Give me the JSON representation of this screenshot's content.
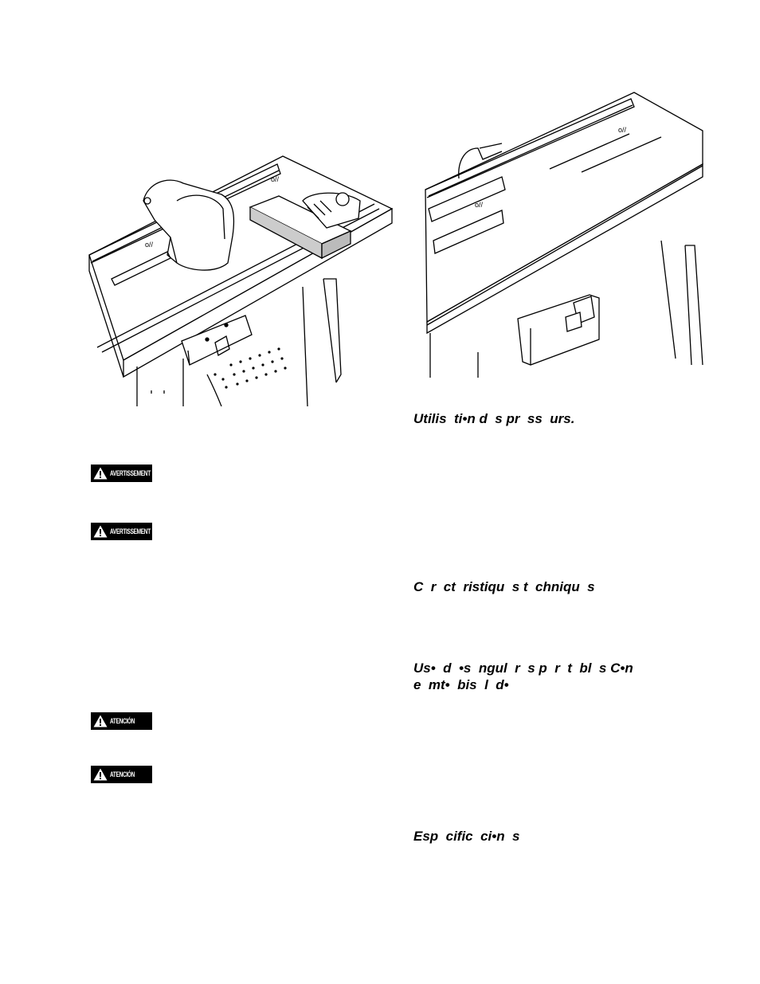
{
  "warnings": [
    {
      "label": "AVERTISSEMENT"
    },
    {
      "label": "AVERTISSEMENT"
    },
    {
      "label": "ATENCIÓN"
    },
    {
      "label": "ATENCIÓN"
    }
  ],
  "headings": {
    "h1": "Utilis  ti•n d  s pr  ss  urs.",
    "h2": "C  r  ct  ristiqu  s t  chniqu  s",
    "h3a": "Us•  d  •s  ngul  r  s p  r  t  bl  s C•n",
    "h3b": "e  mt•  bis  l  d•",
    "h4": "Esp  cific  ci•n  s"
  },
  "icons": {
    "warning": "warning-triangle-icon"
  }
}
